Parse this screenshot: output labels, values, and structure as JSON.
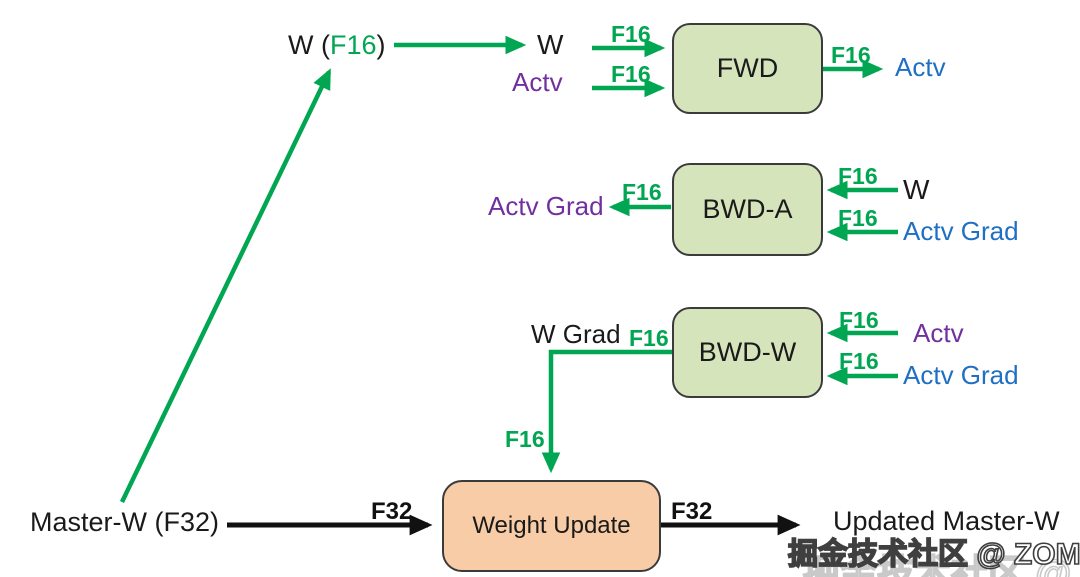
{
  "colors": {
    "green": "#00A651",
    "purple": "#7030A0",
    "blue": "#1F6FC4",
    "black": "#1A1A1A",
    "box_green_fill": "#D6E4BC",
    "box_orange_fill": "#F8CCA6",
    "box_border": "#3B3B3B"
  },
  "nodes": {
    "fwd": {
      "label": "FWD"
    },
    "bwd_a": {
      "label": "BWD-A"
    },
    "bwd_w": {
      "label": "BWD-W"
    },
    "weight_update": {
      "label": "Weight Update"
    }
  },
  "labels": {
    "w_f16_prefix": "W (",
    "w_f16_value": "F16",
    "w_f16_suffix": ")",
    "w_top": "W",
    "actv_fwd_in": "Actv",
    "actv_fwd_out": "Actv",
    "actv_grad_bwda_out": "Actv Grad",
    "w_bwda_in": "W",
    "actv_grad_bwda_in": "Actv Grad",
    "w_grad": "W Grad",
    "actv_bwdw_in": "Actv",
    "actv_grad_bwdw_in": "Actv Grad",
    "master_w": "Master-W (F32)",
    "updated_master_w": "Updated Master-W",
    "f16": "F16",
    "f32": "F32"
  },
  "watermark": {
    "text": "掘金技术社区 @ ZOMI酱"
  }
}
